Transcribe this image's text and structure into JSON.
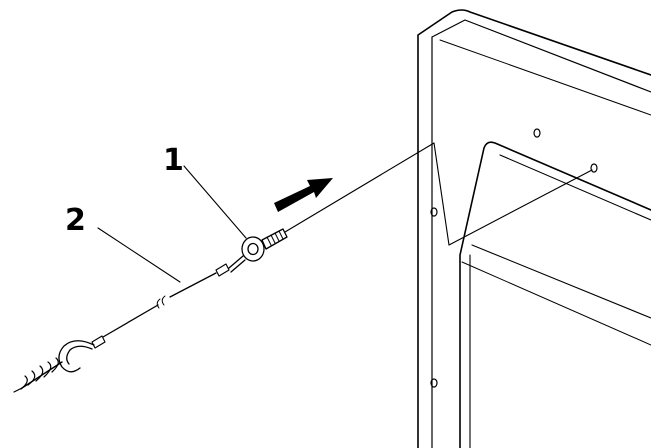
{
  "callouts": [
    {
      "id": "1",
      "label": "1",
      "target": "wire-bolt-fitting"
    },
    {
      "id": "2",
      "label": "2",
      "target": "safety-wire"
    }
  ],
  "icons": {
    "arrow": "insertion-direction-arrow-icon",
    "hook": "screw-hook-icon"
  },
  "colors": {
    "line": "#000000",
    "background": "#ffffff"
  }
}
